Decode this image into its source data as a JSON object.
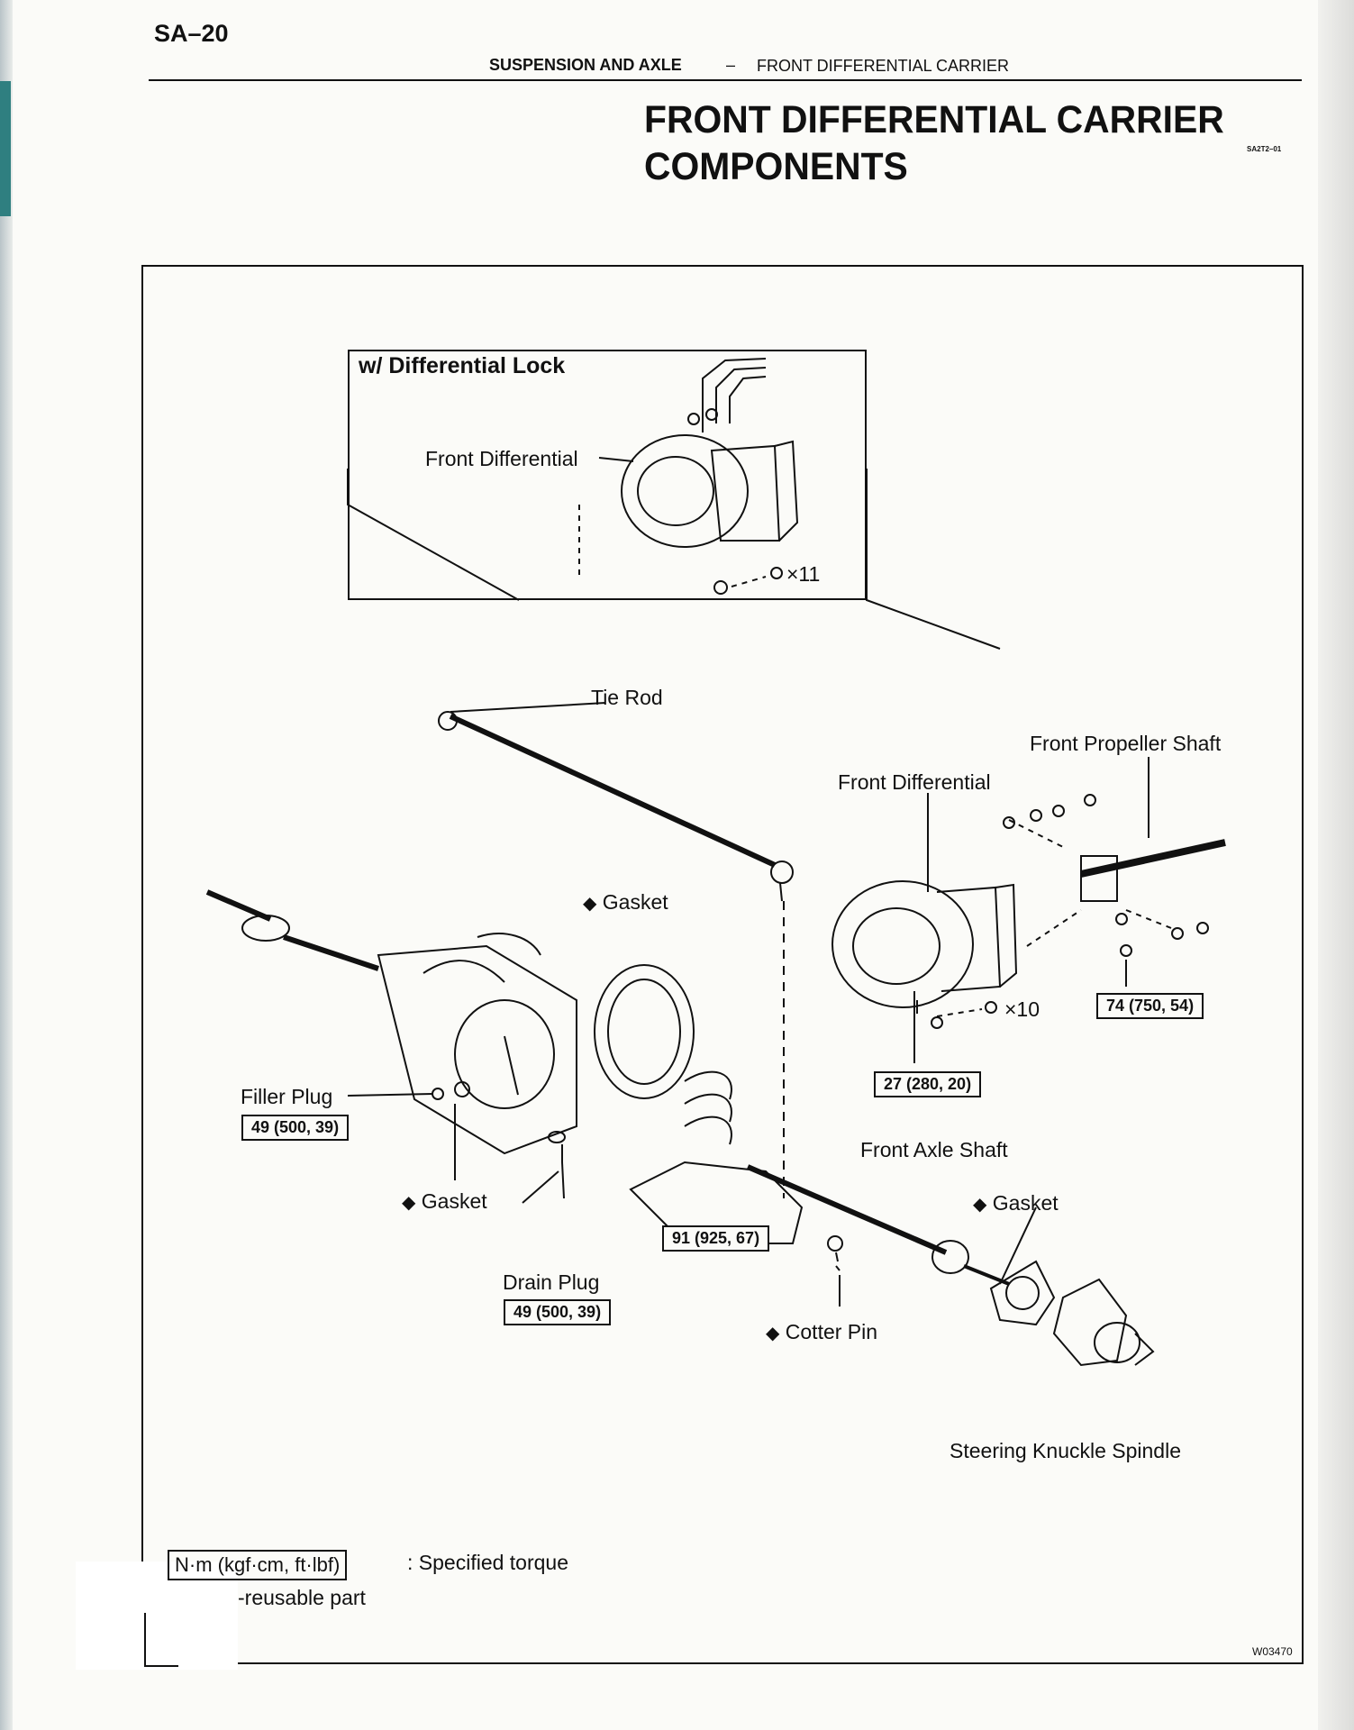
{
  "header": {
    "page_id": "SA–20",
    "section": "SUSPENSION AND AXLE",
    "separator": "–",
    "subsection": "FRONT DIFFERENTIAL CARRIER"
  },
  "title": {
    "line1": "FRONT DIFFERENTIAL CARRIER",
    "line2": "COMPONENTS",
    "code": "SA2T2–01"
  },
  "inset": {
    "heading": "w/  Differential Lock",
    "front_differential": "Front Differential",
    "bolt_count": "×11"
  },
  "labels": {
    "tie_rod": "Tie Rod",
    "front_propeller_shaft": "Front Propeller Shaft",
    "front_differential": "Front Differential",
    "gasket_top": "Gasket",
    "bolt_count": "×10",
    "filler_plug": "Filler Plug",
    "gasket_left": "Gasket",
    "front_axle_shaft": "Front Axle Shaft",
    "gasket_right": "Gasket",
    "drain_plug": "Drain Plug",
    "cotter_pin": "Cotter Pin",
    "steering_knuckle_spindle": "Steering Knuckle Spindle"
  },
  "torques": {
    "propeller": "74 (750, 54)",
    "differential": "27 (280, 20)",
    "filler_plug": "49 (500, 39)",
    "tie_rod_nut": "91 (925, 67)",
    "drain_plug": "49 (500, 39)"
  },
  "legend": {
    "torque_box": "N·m (kgf·cm, ft·lbf)",
    "torque_text": ": Specified torque",
    "nonreusable_text": "-reusable part"
  },
  "figure_code": "W03470",
  "colors": {
    "ink": "#111111",
    "paper": "#fbfbf8",
    "edge": "#2f7f80"
  }
}
